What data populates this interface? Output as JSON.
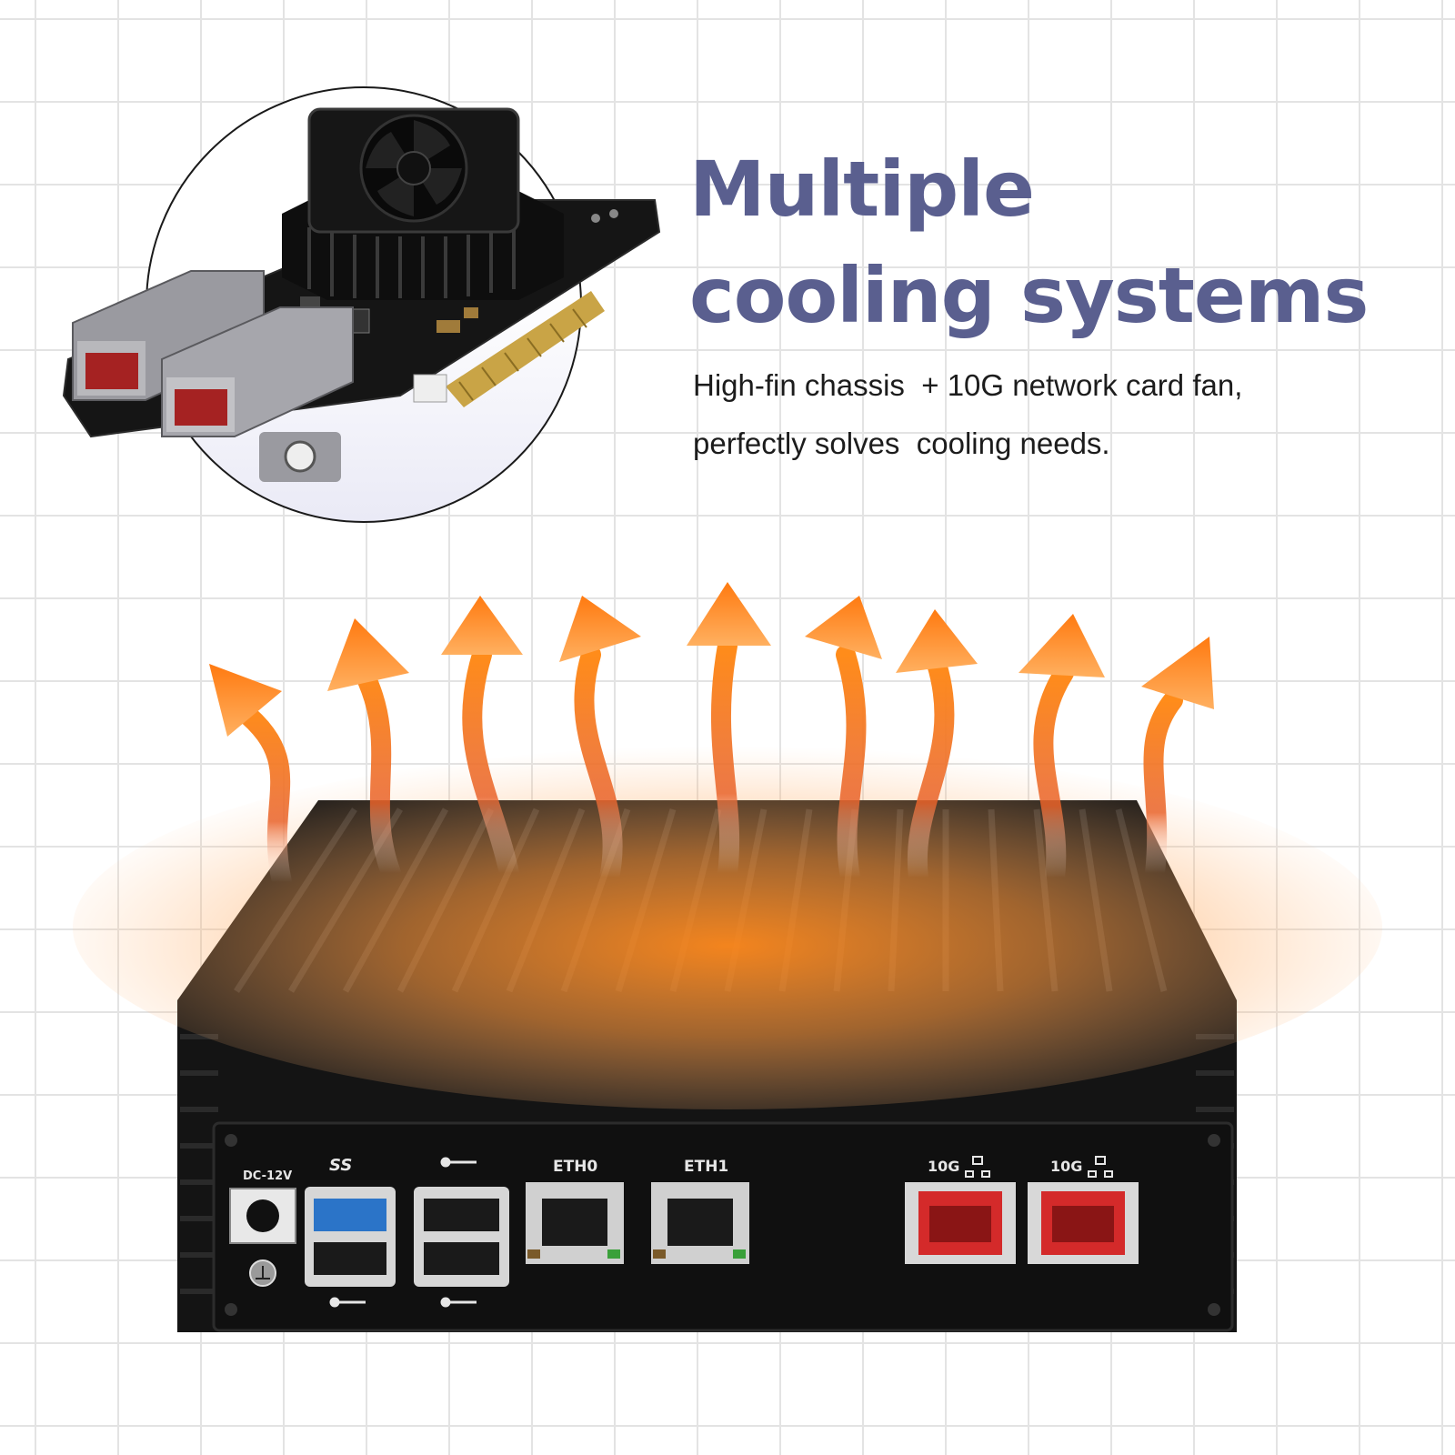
{
  "headline": {
    "line1": "Multiple",
    "line2": "cooling systems",
    "color": "#5a5f8f"
  },
  "subtitle": {
    "line1": "High-fin chassis  + 10G network card fan,",
    "line2": "perfectly solves  cooling needs."
  },
  "device": {
    "ports": {
      "dc": "DC-12V",
      "usb3": "SS",
      "eth0": "ETH0",
      "eth1": "ETH1",
      "tg1": "10G",
      "tg2": "10G"
    }
  },
  "colors": {
    "heat": "#ff7a1a",
    "chassis": "#151515",
    "port_red": "#d42a2a",
    "usb3_blue": "#2b74c8"
  },
  "icons": [
    "usb-icon",
    "network-icon",
    "ground-icon",
    "heat-arrow-icon",
    "fan-icon"
  ]
}
